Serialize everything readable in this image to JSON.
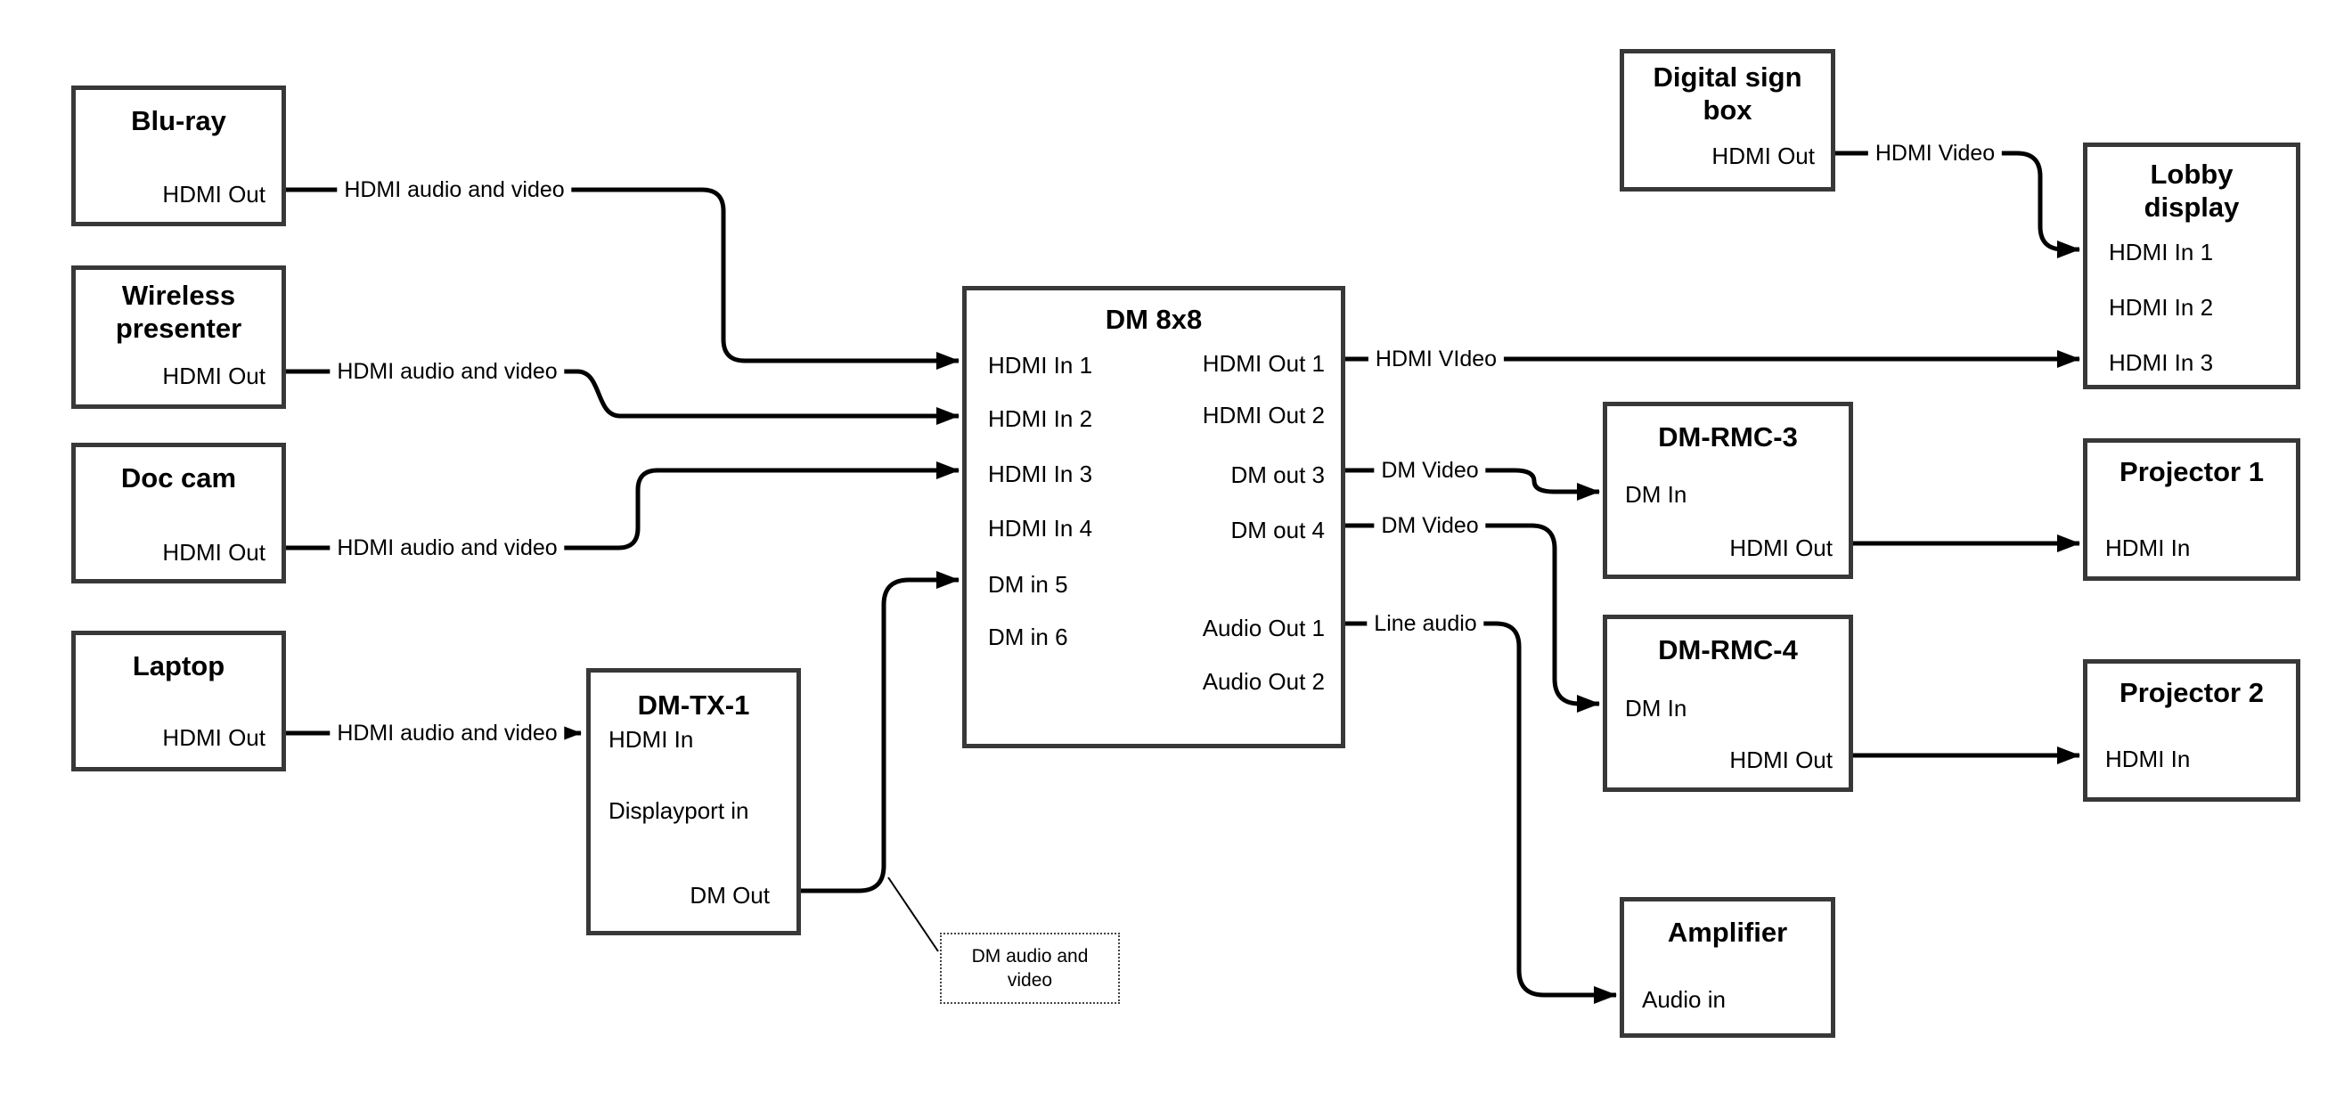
{
  "diagram": {
    "colors": {
      "background": "#ffffff",
      "box_border": "#383838",
      "line": "#000000",
      "text": "#000000"
    },
    "nodes": {
      "bluray": {
        "title": "Blu-ray",
        "ports": {
          "hdmi_out": "HDMI Out"
        }
      },
      "wireless_presenter": {
        "title": "Wireless presenter",
        "ports": {
          "hdmi_out": "HDMI Out"
        }
      },
      "doc_cam": {
        "title": "Doc cam",
        "ports": {
          "hdmi_out": "HDMI Out"
        }
      },
      "laptop": {
        "title": "Laptop",
        "ports": {
          "hdmi_out": "HDMI Out"
        }
      },
      "dm_tx_1": {
        "title": "DM-TX-1",
        "ports": {
          "hdmi_in": "HDMI In",
          "displayport_in": "Displayport in",
          "dm_out": "DM Out"
        }
      },
      "dm_8x8": {
        "title": "DM 8x8",
        "ports": {
          "hdmi_in_1": "HDMI In 1",
          "hdmi_in_2": "HDMI In 2",
          "hdmi_in_3": "HDMI In 3",
          "hdmi_in_4": "HDMI In 4",
          "dm_in_5": "DM in 5",
          "dm_in_6": "DM in 6",
          "hdmi_out_1": "HDMI Out 1",
          "hdmi_out_2": "HDMI Out 2",
          "dm_out_3": "DM out 3",
          "dm_out_4": "DM out 4",
          "audio_out_1": "Audio Out 1",
          "audio_out_2": "Audio Out 2"
        }
      },
      "digital_sign_box": {
        "title": "Digital sign box",
        "ports": {
          "hdmi_out": "HDMI Out"
        }
      },
      "lobby_display": {
        "title": "Lobby display",
        "ports": {
          "hdmi_in_1": "HDMI In 1",
          "hdmi_in_2": "HDMI In 2",
          "hdmi_in_3": "HDMI In 3"
        }
      },
      "dm_rmc_3": {
        "title": "DM-RMC-3",
        "ports": {
          "dm_in": "DM In",
          "hdmi_out": "HDMI Out"
        }
      },
      "projector_1": {
        "title": "Projector 1",
        "ports": {
          "hdmi_in": "HDMI In"
        }
      },
      "dm_rmc_4": {
        "title": "DM-RMC-4",
        "ports": {
          "dm_in": "DM In",
          "hdmi_out": "HDMI Out"
        }
      },
      "projector_2": {
        "title": "Projector 2",
        "ports": {
          "hdmi_in": "HDMI In"
        }
      },
      "amplifier": {
        "title": "Amplifier",
        "ports": {
          "audio_in": "Audio in"
        }
      },
      "note": {
        "text": "DM audio and video"
      }
    },
    "edge_labels": {
      "bluray_to_dm8x8": "HDMI audio and video",
      "wireless_to_dm8x8": "HDMI audio and video",
      "doc_cam_to_dm8x8": "HDMI audio and video",
      "laptop_to_dm_tx_1": "HDMI audio and video",
      "digital_sign_to_lobby": "HDMI Video",
      "hdmi_out_1_to_lobby": "HDMI VIdeo",
      "dm_out_3_to_rmc3": "DM Video",
      "dm_out_4_to_rmc4": "DM Video",
      "audio_out_1_to_amplifier": "Line audio"
    }
  }
}
